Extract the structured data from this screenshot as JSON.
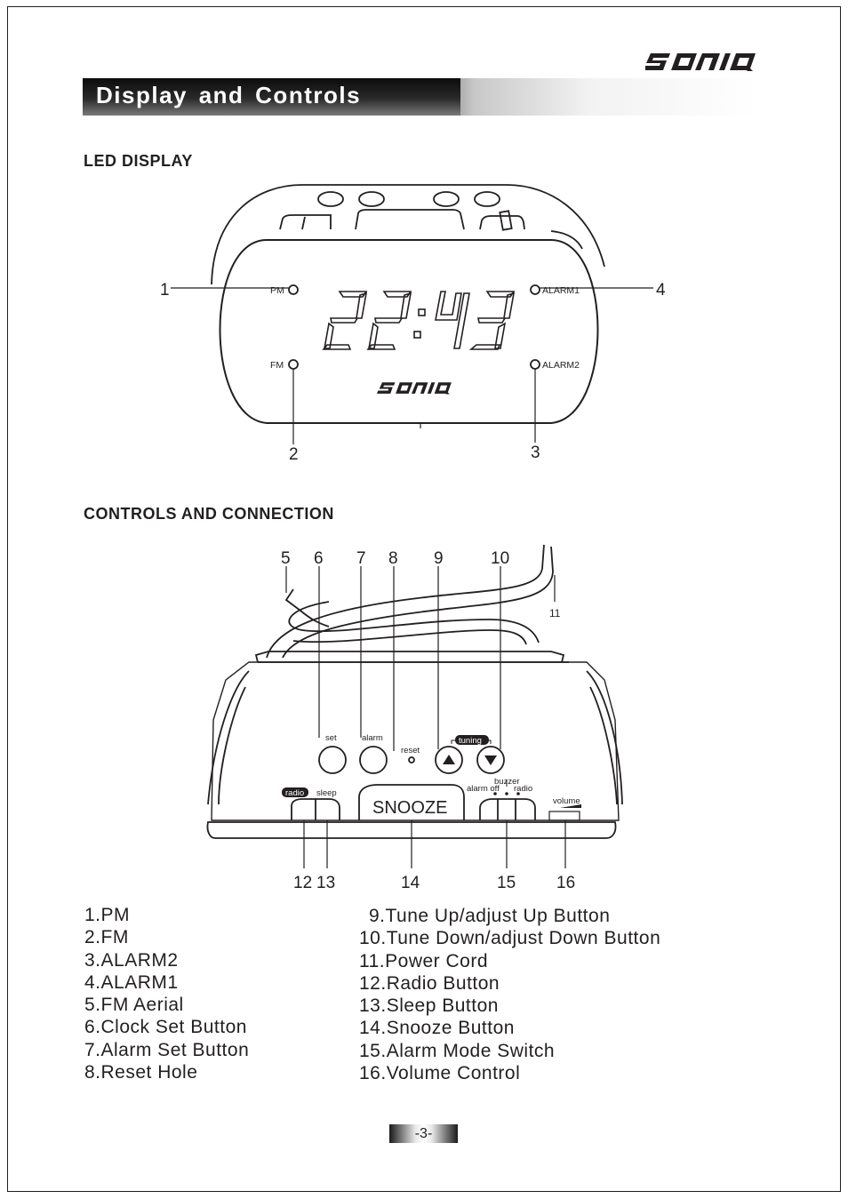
{
  "brand": "SONIQ",
  "header": {
    "title": "Display and Controls"
  },
  "led_section": {
    "heading": "LED DISPLAY",
    "time": "22:43",
    "labels": {
      "pm": "PM",
      "fm": "FM",
      "alarm1": "ALARM1",
      "alarm2": "ALARM2"
    },
    "callouts": [
      "1",
      "2",
      "3",
      "4"
    ]
  },
  "controls_section": {
    "heading": "CONTROLS AND CONNECTION",
    "button_labels": {
      "set": "set",
      "alarm": "alarm",
      "reset": "reset",
      "tuning": "tuning",
      "radio": "radio",
      "sleep": "sleep",
      "snooze": "SNOOZE",
      "buzzer": "buzzer",
      "alarm_off": "alarm off",
      "radio_mode": "radio",
      "volume": "volume"
    },
    "callouts_top": [
      "5",
      "6",
      "7",
      "8",
      "9",
      "10",
      "11"
    ],
    "callouts_bottom": [
      "12",
      "13",
      "14",
      "15",
      "16"
    ]
  },
  "legend_left": [
    "1.PM",
    "2.FM",
    "3.ALARM2",
    "4.ALARM1",
    "5.FM Aerial",
    "6.Clock Set Button",
    "7.Alarm Set Button",
    "8.Reset Hole"
  ],
  "legend_right": [
    "9.Tune Up/adjust Up Button",
    "10.Tune Down/adjust Down Button",
    "11.Power Cord",
    "12.Radio Button",
    "13.Sleep Button",
    "14.Snooze Button",
    "15.Alarm Mode Switch",
    "16.Volume Control"
  ],
  "page_number": "-3-"
}
